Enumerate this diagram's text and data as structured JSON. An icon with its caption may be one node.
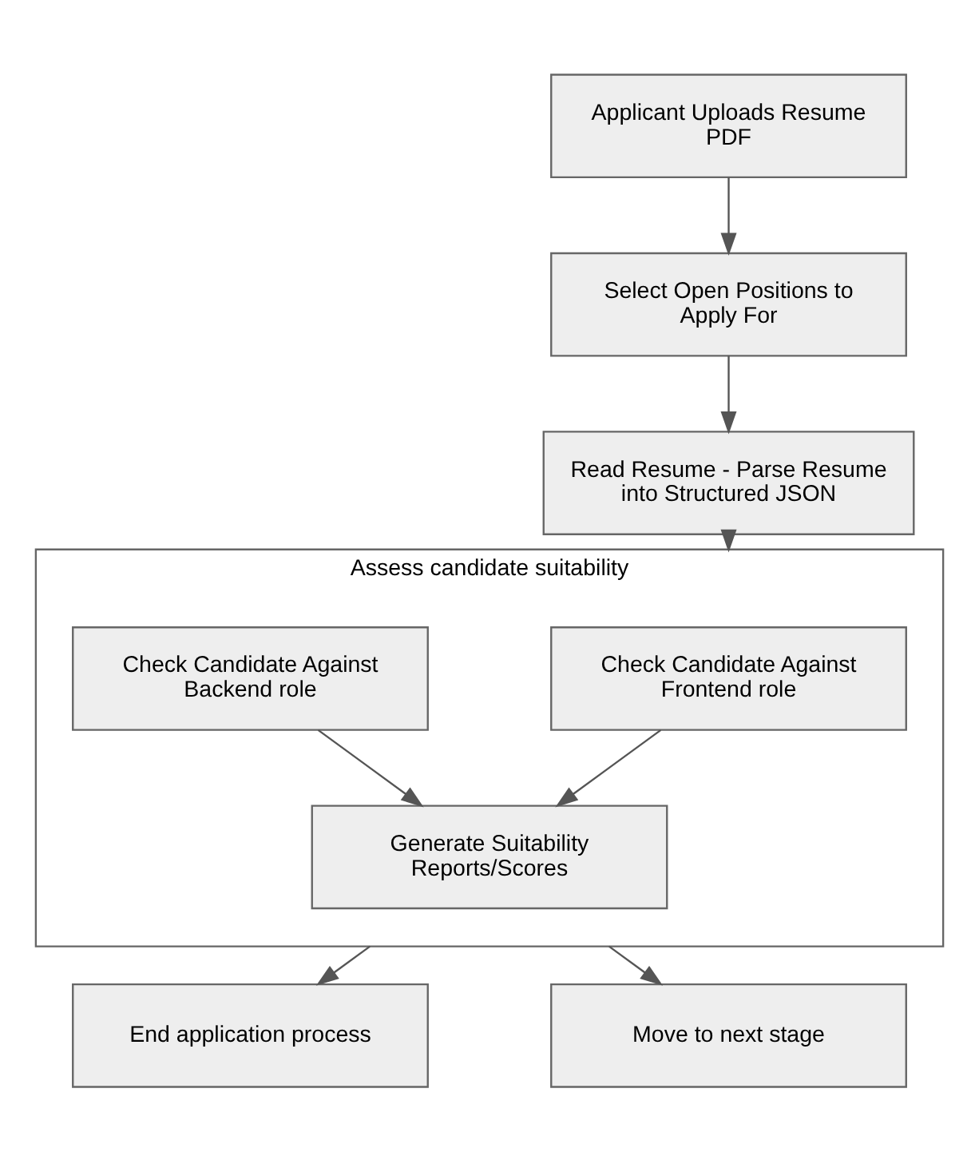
{
  "diagram": {
    "nodes": [
      {
        "text": [
          "Applicant Uploads Resume PDF"
        ]
      },
      {
        "text": [
          "Select Open Positions to Apply For"
        ]
      },
      {
        "text": [
          "Read Resume - Parse Resume into Structured JSON"
        ]
      },
      {
        "text": [
          "Assess candidate suitability"
        ]
      },
      {
        "text": [
          "Check Candidate Against Frontend role"
        ],
        "in": 3
      },
      {
        "text": [
          "Check Candidate Against Backend role"
        ],
        "in": 3
      },
      {
        "text": [
          "Generate Suitability Reports/Scores"
        ],
        "in": 3
      },
      {
        "text": [
          "End application process"
        ]
      },
      {
        "text": [
          "Move to next stage"
        ]
      }
    ],
    "edges": [
      {
        "from": 0,
        "to": 1,
        "arrow": "to"
      },
      {
        "from": 1,
        "to": 2,
        "arrow": "to"
      },
      {
        "from": 2,
        "to": 3,
        "arrow": "to"
      },
      {
        "from": 4,
        "to": 6,
        "arrow": "to"
      },
      {
        "from": 5,
        "to": 6,
        "arrow": "to"
      },
      {
        "from": 3,
        "to": 7,
        "arrow": "to"
      },
      {
        "from": 3,
        "to": 8,
        "arrow": "to"
      }
    ]
  }
}
